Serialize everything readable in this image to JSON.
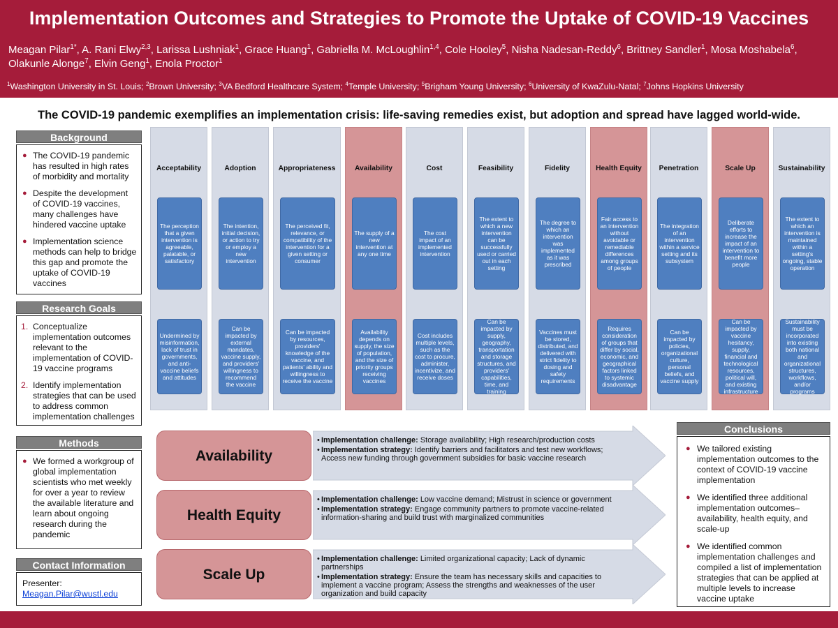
{
  "header": {
    "title": "Implementation Outcomes and Strategies to Promote the Uptake of COVID-19 Vaccines",
    "authors": [
      {
        "name": "Meagan Pilar",
        "sup": "1*"
      },
      {
        "name": "A. Rani Elwy",
        "sup": "2,3"
      },
      {
        "name": "Larissa Lushniak",
        "sup": "1"
      },
      {
        "name": "Grace Huang",
        "sup": "1"
      },
      {
        "name": "Gabriella M. McLoughlin",
        "sup": "1,4"
      },
      {
        "name": "Cole Hooley",
        "sup": "5"
      },
      {
        "name": "Nisha Nadesan-Reddy",
        "sup": "6"
      },
      {
        "name": "Brittney Sandler",
        "sup": "1"
      },
      {
        "name": "Mosa Moshabela",
        "sup": "6"
      },
      {
        "name": "Olakunle Alonge",
        "sup": "7"
      },
      {
        "name": "Elvin Geng",
        "sup": "1"
      },
      {
        "name": "Enola Proctor",
        "sup": "1"
      }
    ],
    "affiliations": [
      {
        "sup": "1",
        "name": "Washington University in St. Louis"
      },
      {
        "sup": "2",
        "name": "Brown University"
      },
      {
        "sup": "3",
        "name": "VA Bedford Healthcare System"
      },
      {
        "sup": "4",
        "name": "Temple University"
      },
      {
        "sup": "5",
        "name": "Brigham Young University"
      },
      {
        "sup": "6",
        "name": "University of KwaZulu-Natal"
      },
      {
        "sup": "7",
        "name": "Johns Hopkins University"
      }
    ]
  },
  "headline": "The COVID-19 pandemic exemplifies an implementation crisis: life-saving remedies exist, but adoption and spread have lagged world-wide.",
  "background": {
    "title": "Background",
    "items": [
      "The COVID-19 pandemic has resulted in high rates of morbidity and mortality",
      "Despite the development of COVID-19 vaccines, many challenges have hindered vaccine uptake",
      "Implementation science methods can help to bridge this gap and promote the uptake of COVID-19 vaccines"
    ]
  },
  "goals": {
    "title": "Research Goals",
    "items": [
      {
        "num": "1.",
        "text": "Conceptualize implementation outcomes relevant to the implementation of COVID-19 vaccine programs"
      },
      {
        "num": "2.",
        "text": "Identify implementation strategies that can be used to address common implementation challenges"
      }
    ]
  },
  "methods": {
    "title": "Methods",
    "items": [
      "We formed a workgroup of global implementation scientists who met weekly for over a year to review the available literature and learn about ongoing research during the pandemic"
    ]
  },
  "contact": {
    "title": "Contact Information",
    "presenter_label": "Presenter:",
    "email": "Meagan.Pilar@wustl.edu"
  },
  "outcomes": [
    {
      "title": "Acceptability",
      "highlight": false,
      "definition": "The perception that a given intervention is agreeable, palatable, or satisfactory",
      "impact": "Undermined by misinformation, lack of trust in governments, and anti-vaccine beliefs and attitudes"
    },
    {
      "title": "Adoption",
      "highlight": false,
      "definition": "The intention, initial decision, or action to try or employ a new intervention",
      "impact": "Can be impacted by external mandates, vaccine supply, and providers' willingness to recommend the vaccine"
    },
    {
      "title": "Appropriateness",
      "highlight": false,
      "definition": "The perceived fit, relevance, or compatibility of the intervention for a given setting or consumer",
      "impact": "Can be impacted by resources, providers' knowledge of the vaccine, and patients' ability and willingness to receive the vaccine"
    },
    {
      "title": "Availability",
      "highlight": true,
      "definition": "The supply of a new intervention at any one time",
      "impact": "Availability depends on supply, the size of population, and the size of priority groups receiving vaccines"
    },
    {
      "title": "Cost",
      "highlight": false,
      "definition": "The cost impact of an implemented intervention",
      "impact": "Cost includes multiple levels, such as the cost to procure, administer, incentivize, and receive doses"
    },
    {
      "title": "Feasibility",
      "highlight": false,
      "definition": "The extent to which a new intervention can be successfully used or carried out in each setting",
      "impact": "Can be impacted by supply, geography, transportation and storage structures, and providers' capabilities, time, and training"
    },
    {
      "title": "Fidelity",
      "highlight": false,
      "definition": "The degree to which an intervention was implemented as it was prescribed",
      "impact": "Vaccines must be stored, distributed, and delivered with strict fidelity to dosing and safety requirements"
    },
    {
      "title": "Health Equity",
      "highlight": true,
      "definition": "Fair access to an intervention without avoidable or remediable differences among groups of people",
      "impact": "Requires consideration of groups that differ by social, economic, and geographical factors linked to systemic disadvantage"
    },
    {
      "title": "Penetration",
      "highlight": false,
      "definition": "The integration of an intervention within a service setting and its subsystem",
      "impact": "Can be impacted by policies, organizational culture, personal beliefs, and vaccine supply"
    },
    {
      "title": "Scale Up",
      "highlight": true,
      "definition": "Deliberate efforts to increase the impact of an intervention to benefit more people",
      "impact": "Can be impacted by vaccine hesitancy, supply, financial and technological resources, political will, and existing infrastructure"
    },
    {
      "title": "Sustainability",
      "highlight": false,
      "definition": "The extent to which an intervention is maintained within a setting's ongoing, stable operation",
      "impact": "Sustainability must be incorporated into existing both national and organizational structures, workflows, and/or programs"
    }
  ],
  "strategies": [
    {
      "label": "Availability",
      "challenge_label": "Implementation challenge:",
      "challenge": "Storage availability; High research/production costs",
      "strategy_label": "Implementation strategy:",
      "strategy": "Identify barriers and facilitators and test new workflows; Access new funding through government subsidies for basic vaccine research"
    },
    {
      "label": "Health Equity",
      "challenge_label": "Implementation challenge:",
      "challenge": "Low vaccine demand; Mistrust in science or government",
      "strategy_label": "Implementation strategy:",
      "strategy": "Engage community partners to promote vaccine-related information-sharing and build trust with marginalized communities"
    },
    {
      "label": "Scale Up",
      "challenge_label": "Implementation challenge:",
      "challenge": "Limited organizational capacity; Lack of dynamic partnerships",
      "strategy_label": "Implementation strategy:",
      "strategy": " Ensure the team has necessary skills and capacities to implement a vaccine program; Assess the strengths and weaknesses of the user organization and build capacity"
    }
  ],
  "conclusions": {
    "title": "Conclusions",
    "items": [
      "We tailored existing implementation outcomes to the context of COVID-19 vaccine implementation",
      "We identified three additional implementation outcomes– availability, health equity, and scale-up",
      "We identified common implementation challenges and compiled a list of implementation strategies that can be applied at multiple levels to increase vaccine uptake"
    ]
  },
  "colors": {
    "brand": "#a51c3a",
    "box_blue": "#4f7fc0",
    "column_grey": "#d6dbe6",
    "column_pink": "#d59597",
    "section_grey": "#7f7f7f"
  }
}
